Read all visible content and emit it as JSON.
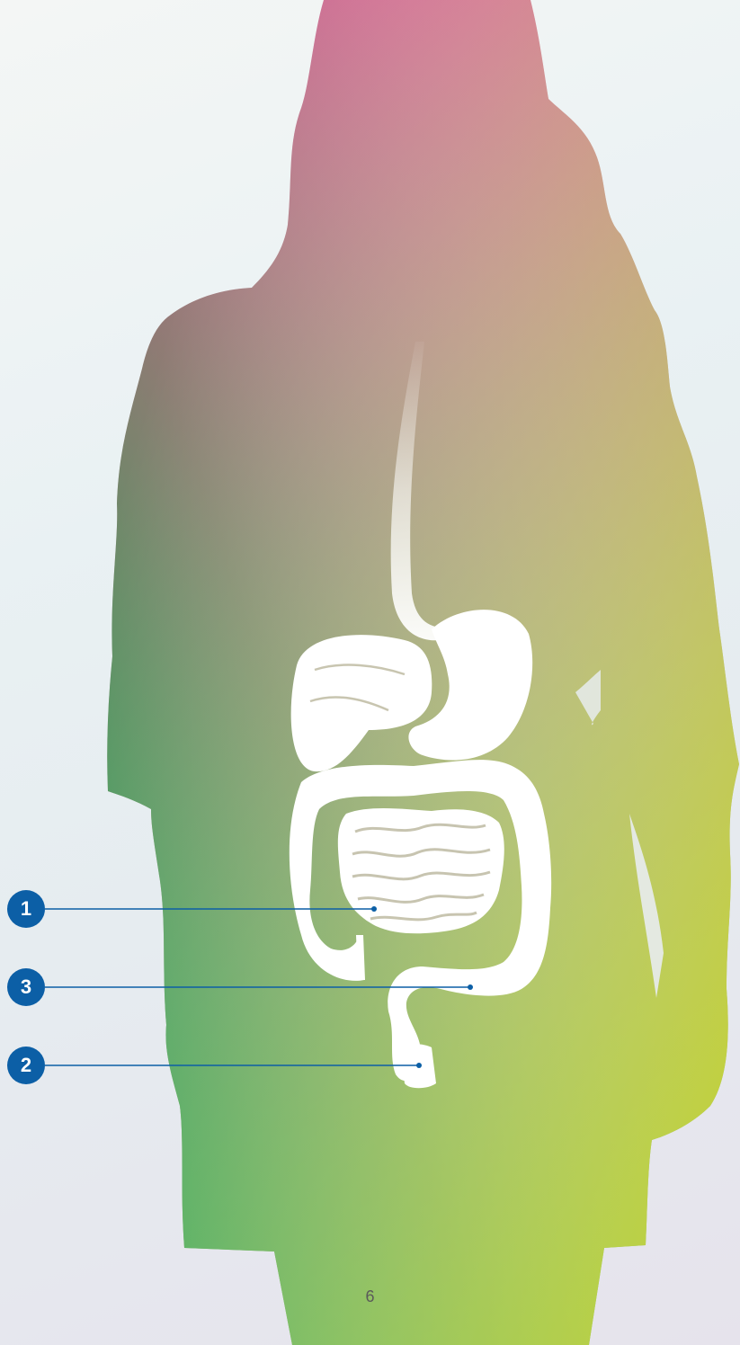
{
  "markers": [
    {
      "label": "1"
    },
    {
      "label": "3"
    },
    {
      "label": "2"
    }
  ],
  "page_number": "6",
  "colors": {
    "marker": "#0c5fa6",
    "silhouette_top": "#d45a8a",
    "silhouette_mid": "#a08a6a",
    "silhouette_bottom_left": "#0ea04a",
    "silhouette_bottom_right": "#d4d428",
    "organs": "#ffffff"
  }
}
